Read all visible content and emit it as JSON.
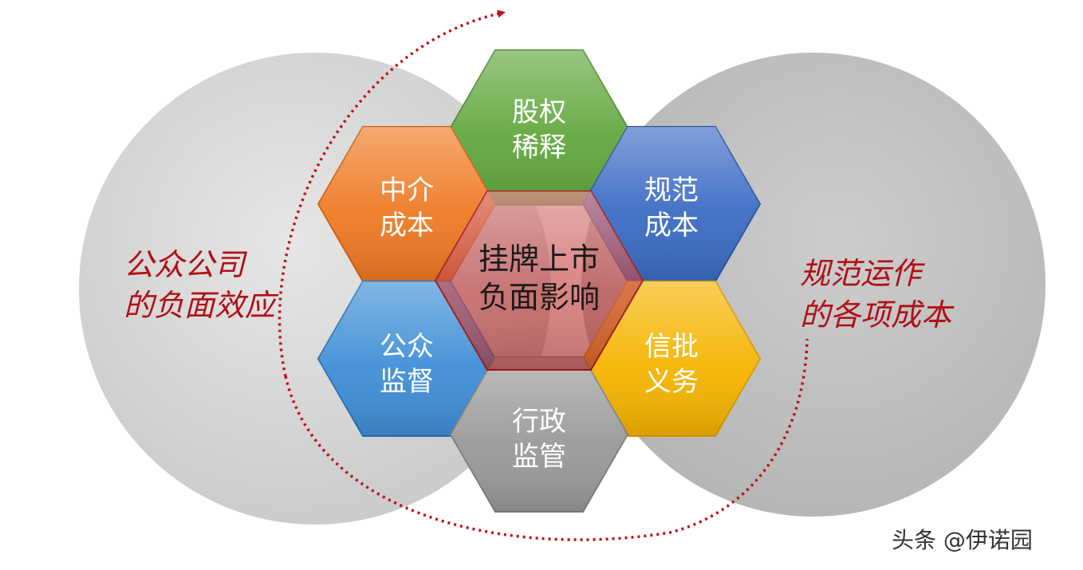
{
  "diagram": {
    "center": {
      "line1": "挂牌上市",
      "line2": "负面影响"
    },
    "hexes": [
      {
        "id": "equity",
        "line1": "股权",
        "line2": "稀释",
        "color": "#62a83e"
      },
      {
        "id": "intermediary",
        "line1": "中介",
        "line2": "成本",
        "color": "#ef7a24"
      },
      {
        "id": "standard",
        "line1": "规范",
        "line2": "成本",
        "color": "#3c6cc4"
      },
      {
        "id": "public",
        "line1": "公众",
        "line2": "监督",
        "color": "#3f8fd6"
      },
      {
        "id": "disclosure",
        "line1": "信批",
        "line2": "义务",
        "color": "#f5b400"
      },
      {
        "id": "admin",
        "line1": "行政",
        "line2": "监管",
        "color": "#9a9a9a"
      }
    ],
    "left_label": {
      "line1": "公众公司",
      "line2": "的负面效应"
    },
    "right_label": {
      "line1": "规范运作",
      "line2": "的各项成本"
    },
    "accent_color": "#c01018",
    "circle_color": "#cfcfcf"
  },
  "watermark": "头条 @伊诺园"
}
